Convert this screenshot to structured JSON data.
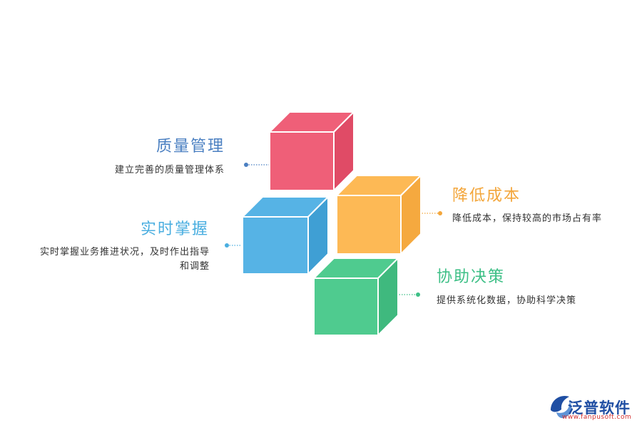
{
  "items": [
    {
      "key": "quality",
      "title": "质量管理",
      "desc_lines": [
        "建立完善的质量管理体系"
      ],
      "color": "#4a7fc1",
      "cube": {
        "front": "#ef5f78",
        "top": "#ef5f78",
        "side": "#e04b66"
      }
    },
    {
      "key": "cost",
      "title": "降低成本",
      "desc_lines": [
        "降低成本，保持较高的市场占有率"
      ],
      "color": "#f3a63b",
      "cube": {
        "front": "#fdb955",
        "top": "#fdb955",
        "side": "#f5a93f"
      }
    },
    {
      "key": "realtime",
      "title": "实时掌握",
      "desc_lines": [
        "实时掌握业务推进状况，及时作出指导",
        "和调整"
      ],
      "color": "#4aaee0",
      "cube": {
        "front": "#56b3e5",
        "top": "#56b3e5",
        "side": "#3f9fd4"
      }
    },
    {
      "key": "decision",
      "title": "协助决策",
      "desc_lines": [
        "提供系统化数据，协助科学决策"
      ],
      "color": "#3dbf86",
      "cube": {
        "front": "#4fcb8f",
        "top": "#4fcb8f",
        "side": "#3fb97e"
      }
    }
  ],
  "logo": {
    "name": "泛普软件",
    "url": "www.fanpusoft.com",
    "icon": "fanpu-logo-icon",
    "color": "#1f4ea3"
  }
}
